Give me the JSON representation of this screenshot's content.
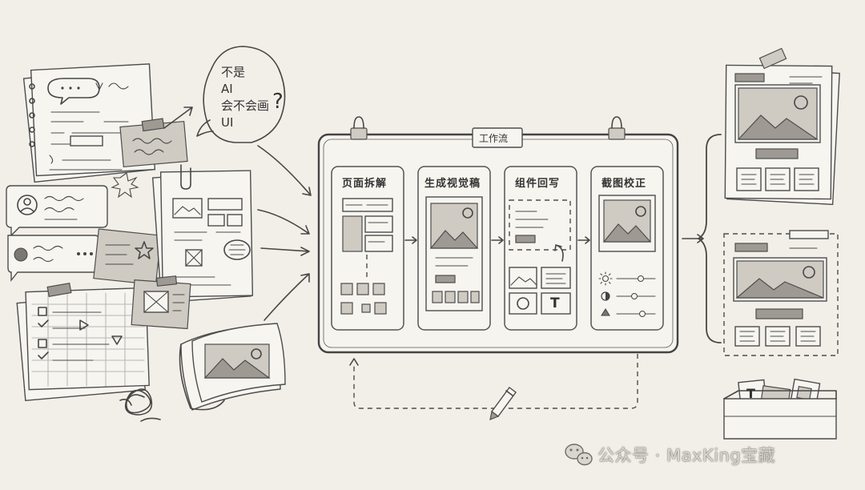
{
  "speech_bubble": {
    "lines": [
      "不是",
      "AI",
      "会不会画",
      "UI"
    ],
    "question_mark": "?"
  },
  "workflow": {
    "title": "工作流",
    "steps": [
      {
        "label": "页面拆解"
      },
      {
        "label": "生成视觉稿"
      },
      {
        "label": "组件回写"
      },
      {
        "label": "截图校正"
      }
    ]
  },
  "component_icon_text": "T",
  "output_box_icon_text": "T",
  "watermark": {
    "icon": "wechat-icon",
    "text": "公众号 · MaxKing宝藏"
  }
}
